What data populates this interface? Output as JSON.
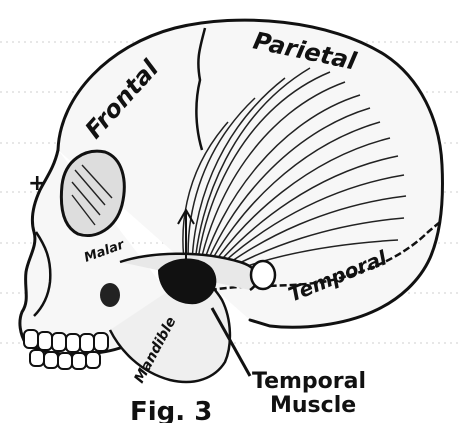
{
  "figure": {
    "caption": "Fig. 3",
    "labels": {
      "frontal": "Frontal",
      "parietal": "Parietal",
      "temporal_bone": "Temporal",
      "malar": "Malar",
      "mandible": "Mandible",
      "temporal_muscle_line1": "Temporal",
      "temporal_muscle_line2": "Muscle",
      "marker": "+"
    }
  }
}
